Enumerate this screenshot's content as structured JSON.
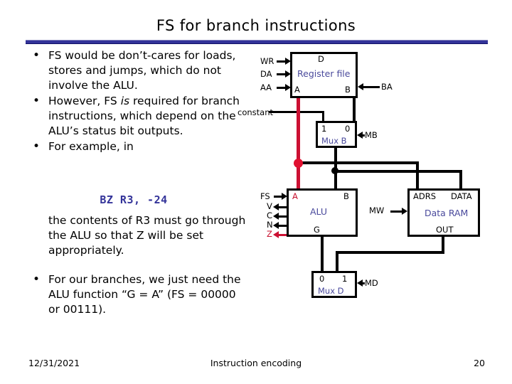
{
  "slide": {
    "title": "FS for branch instructions",
    "accent_color": "#333399",
    "highlight_color": "#cc1133"
  },
  "bullets": [
    {
      "marker": "•",
      "pre": "FS would be don’t-cares for loads, stores and jumps, which do not involve the ALU."
    },
    {
      "marker": "•",
      "pre": "However, FS ",
      "em": "is",
      "post": " required for branch instructions, which depend on the ALU’s status bit outputs."
    },
    {
      "marker": "•",
      "pre": "For example, in"
    }
  ],
  "code_line": "BZ R3, -24",
  "paragraph": "the contents of R3 must go through the ALU so that Z will be set appropriately.",
  "last_bullet": {
    "marker": "•",
    "text": "For our branches, we just need the ALU function “G = A” (FS = 00000 or 00111)."
  },
  "footer": {
    "date": "12/31/2021",
    "center": "Instruction encoding",
    "page": "20"
  },
  "diagram": {
    "blocks": [
      {
        "id": "register-file",
        "name": "Register file",
        "port_top": "D",
        "port_left": "A",
        "port_right": "B"
      },
      {
        "id": "mux-b",
        "name": "Mux B",
        "port_left": "1",
        "port_right": "0"
      },
      {
        "id": "alu",
        "name": "ALU",
        "port_left": "A",
        "port_right": "B",
        "port_bottom": "G"
      },
      {
        "id": "data-ram",
        "name": "Data RAM",
        "port_left": "ADRS",
        "port_right": "DATA",
        "port_bottom": "OUT"
      },
      {
        "id": "mux-d",
        "name": "Mux D",
        "port_left": "0",
        "port_right": "1"
      }
    ],
    "signals": {
      "wr": "WR",
      "da": "DA",
      "aa": "AA",
      "ba": "BA",
      "constant": "constant",
      "mb": "MB",
      "mw": "MW",
      "md": "MD",
      "fs": "FS",
      "v": "V",
      "c": "C",
      "n": "N",
      "z": "Z"
    }
  }
}
